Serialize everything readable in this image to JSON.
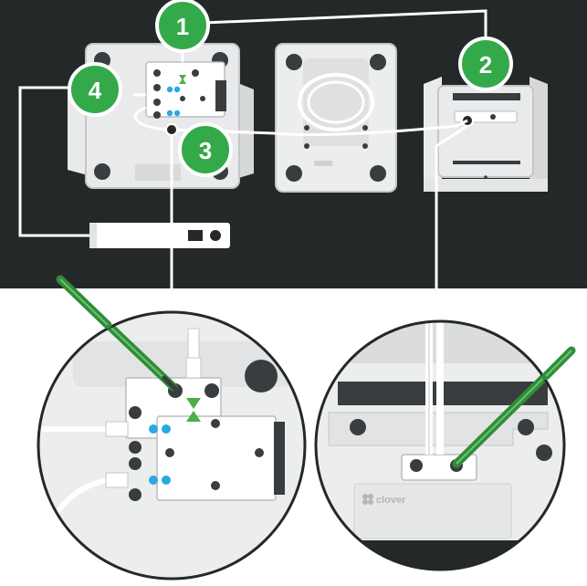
{
  "colors": {
    "dark_band": "#242828",
    "device_light": "#e6e7e8",
    "device_mid": "#c9cbcd",
    "device_dark": "#3a3d3f",
    "step_green": "#34a94a",
    "step_ring": "#ffffff",
    "port_blue": "#29a9e0",
    "arrow_green": "#4cae47",
    "tool_green": "#2f8d3a",
    "cable_white": "#ffffff"
  },
  "steps": [
    {
      "number": "1"
    },
    {
      "number": "2"
    },
    {
      "number": "3"
    },
    {
      "number": "4"
    }
  ],
  "brand": {
    "logo_text": "clover"
  },
  "icons": [
    "tool-icon",
    "cable-icon",
    "port-icon",
    "ethernet-port-icon"
  ]
}
